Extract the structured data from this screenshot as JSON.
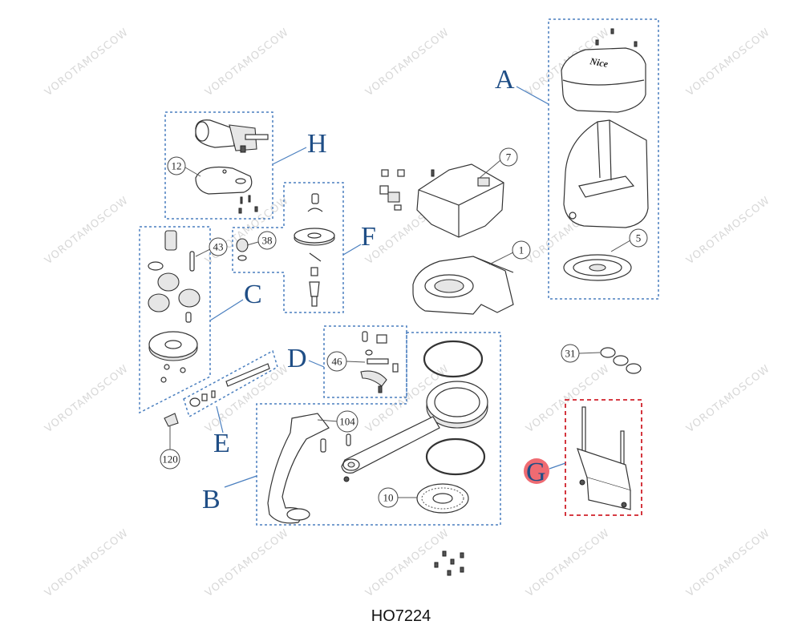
{
  "model_code": "HO7224",
  "watermark_text": "VOROTAMOSCOW",
  "groups": {
    "A": {
      "letter": "A"
    },
    "B": {
      "letter": "B"
    },
    "C": {
      "letter": "C"
    },
    "D": {
      "letter": "D"
    },
    "E": {
      "letter": "E"
    },
    "F": {
      "letter": "F"
    },
    "G": {
      "letter": "G",
      "highlight_color": "#ef6b72"
    },
    "H": {
      "letter": "H"
    }
  },
  "callouts": {
    "c1": "1",
    "c5": "5",
    "c7": "7",
    "c10": "10",
    "c12": "12",
    "c31": "31",
    "c38": "38",
    "c43": "43",
    "c46": "46",
    "c104": "104",
    "c120": "120"
  },
  "colors": {
    "group_box": "#4a7fbf",
    "group_letter": "#1f4e86",
    "highlight_box": "#d0202a"
  },
  "cover_brand_text": "Nice"
}
